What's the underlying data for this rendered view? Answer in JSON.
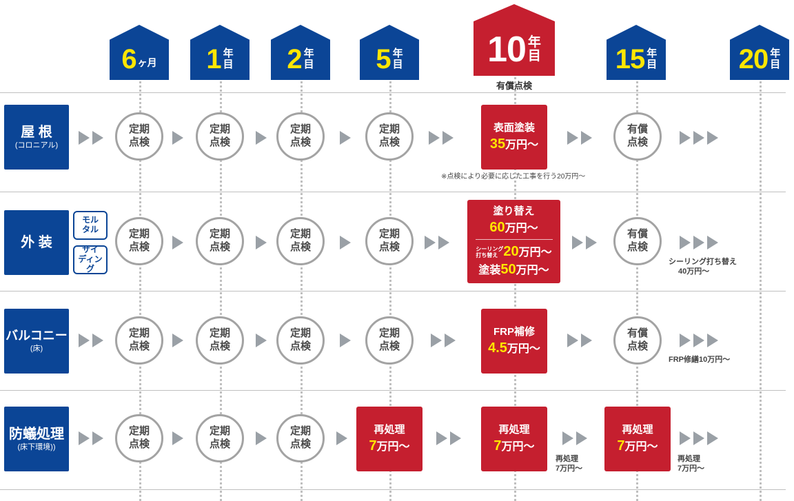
{
  "milestones": [
    {
      "num": "6",
      "unit": "ヶ月"
    },
    {
      "num": "1",
      "unit": "年目"
    },
    {
      "num": "2",
      "unit": "年目"
    },
    {
      "num": "5",
      "unit": "年目"
    },
    {
      "num": "10",
      "unit": "年目"
    },
    {
      "num": "15",
      "unit": "年目"
    },
    {
      "num": "20",
      "unit": "年目"
    }
  ],
  "milestone_10_note": "有償点検",
  "unit_chars": {
    "nen": "年",
    "me": "目"
  },
  "categories": {
    "roof": {
      "name": "屋 根",
      "sub": "(コロニアル)"
    },
    "exterior": {
      "name": "外 装",
      "subtypes": [
        "モル\nタル",
        "サイ\nディング"
      ]
    },
    "balcony": {
      "name": "バルコニー",
      "sub": "(床)"
    },
    "termite": {
      "name": "防蟻処理",
      "sub": "(床下環境))"
    }
  },
  "circles": {
    "regular": [
      "定期",
      "点検"
    ],
    "paid": [
      "有償",
      "点検"
    ]
  },
  "roof_10": {
    "title": "表面塗装",
    "price_num": "35",
    "price_unit": "万円〜",
    "note": "※点検により必要に応じた工事を行う20万円〜"
  },
  "exterior_10": {
    "title": "塗り替え",
    "price_num": "60",
    "price_unit": "万円〜",
    "sealing_small_1": "シーリング",
    "sealing_small_2": "打ち替え",
    "sealing_num": "20",
    "sealing_unit": "万円〜",
    "paint_label": "塗装",
    "paint_num": "50",
    "paint_unit": "万円〜"
  },
  "exterior_note": [
    "シーリング打ち替え",
    "40万円〜"
  ],
  "balcony_10": {
    "title": "FRP補修",
    "price_num": "4.5",
    "price_unit": "万円〜"
  },
  "balcony_note": "FRP修繕10万円〜",
  "termite_box": {
    "title": "再処理",
    "price_num": "7",
    "price_unit": "万円〜"
  },
  "termite_note": [
    "再処理",
    "7万円〜"
  ],
  "colors": {
    "navy": "#0b4596",
    "red": "#c51f2f",
    "yellow": "#ffe600",
    "gray": "#a3a3a3"
  }
}
